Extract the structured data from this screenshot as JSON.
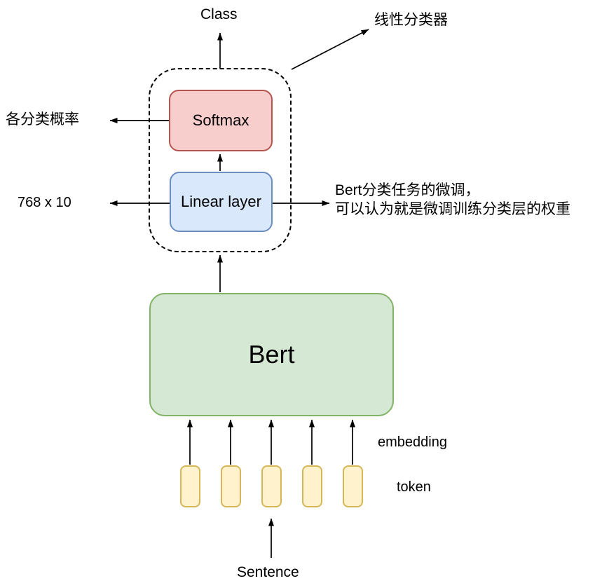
{
  "labels": {
    "class": "Class",
    "linear_classifier": "线性分类器",
    "softmax": "Softmax",
    "linear_layer": "Linear layer",
    "class_probabilities": "各分类概率",
    "dimensions": "768 x 10",
    "note_line1": "Bert分类任务的微调，",
    "note_line2": "可以认为就是微调训练分类层的权重",
    "bert": "Bert",
    "embedding": "embedding",
    "token": "token",
    "sentence": "Sentence"
  },
  "tokens": {
    "count": 5
  },
  "colors": {
    "softmax_fill": "#f8cecc",
    "softmax_stroke": "#b85450",
    "linear_fill": "#dae8fc",
    "linear_stroke": "#6c8ebf",
    "bert_fill": "#d5e8d4",
    "bert_stroke": "#82b366",
    "token_fill": "#fff2cc",
    "token_stroke": "#d6b656",
    "arrow": "#000000"
  }
}
